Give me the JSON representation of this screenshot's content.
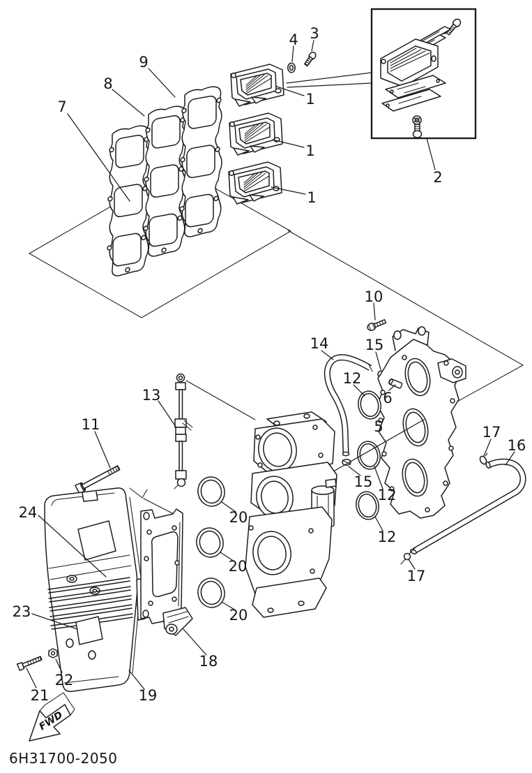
{
  "diagram": {
    "footer": {
      "part_number": "6H31700-2050"
    },
    "fwd": {
      "label": "FWD"
    },
    "colors": {
      "line": "#1c1c1c",
      "background": "#ffffff"
    },
    "callouts": {
      "c1a": "1",
      "c1b": "1",
      "c1c": "1",
      "c2": "2",
      "c3": "3",
      "c4": "4",
      "c5": "5",
      "c6": "6",
      "c7": "7",
      "c8": "8",
      "c9": "9",
      "c10": "10",
      "c11": "11",
      "c12a": "12",
      "c12b": "12",
      "c12c": "12",
      "c13": "13",
      "c14": "14",
      "c15a": "15",
      "c15b": "15",
      "c16": "16",
      "c17a": "17",
      "c17b": "17",
      "c18": "18",
      "c19": "19",
      "c20a": "20",
      "c20b": "20",
      "c20c": "20",
      "c21": "21",
      "c22": "22",
      "c23": "23",
      "c24": "24"
    }
  }
}
